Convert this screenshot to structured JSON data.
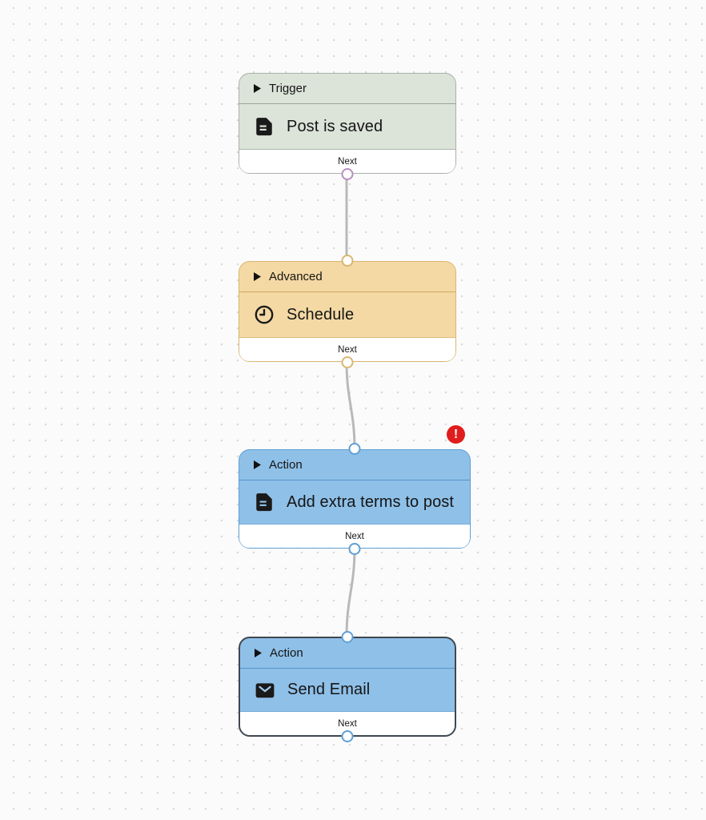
{
  "canvas": {
    "background_color": "#fbfbfb",
    "dot_color": "#d9d9d9"
  },
  "connector": {
    "color": "#b9b9b9"
  },
  "error_badge": {
    "symbol": "!",
    "background_color": "#e11c1c",
    "symbol_color": "#ffffff"
  },
  "nodes": [
    {
      "category": "Trigger",
      "title": "Post is saved",
      "icon": "document-icon",
      "next_label": "Next",
      "has_error": false,
      "selected": false,
      "colors": {
        "background": "#dce3d9",
        "border": "#a9b2a7",
        "port": "#b78fc2"
      }
    },
    {
      "category": "Advanced",
      "title": "Schedule",
      "icon": "clock-icon",
      "next_label": "Next",
      "has_error": false,
      "selected": false,
      "colors": {
        "background": "#f4d9a4",
        "border": "#d9b672",
        "port": "#d9b672"
      }
    },
    {
      "category": "Action",
      "title": "Add extra terms to post",
      "icon": "document-icon",
      "next_label": "Next",
      "has_error": true,
      "selected": false,
      "colors": {
        "background": "#8fc0e8",
        "border": "#5f9fd4",
        "port": "#5f9fd4"
      }
    },
    {
      "category": "Action",
      "title": "Send Email",
      "icon": "mail-icon",
      "next_label": "Next",
      "has_error": false,
      "selected": true,
      "colors": {
        "background": "#8fc0e8",
        "border": "#3f474f",
        "port": "#5f9fd4"
      }
    }
  ]
}
